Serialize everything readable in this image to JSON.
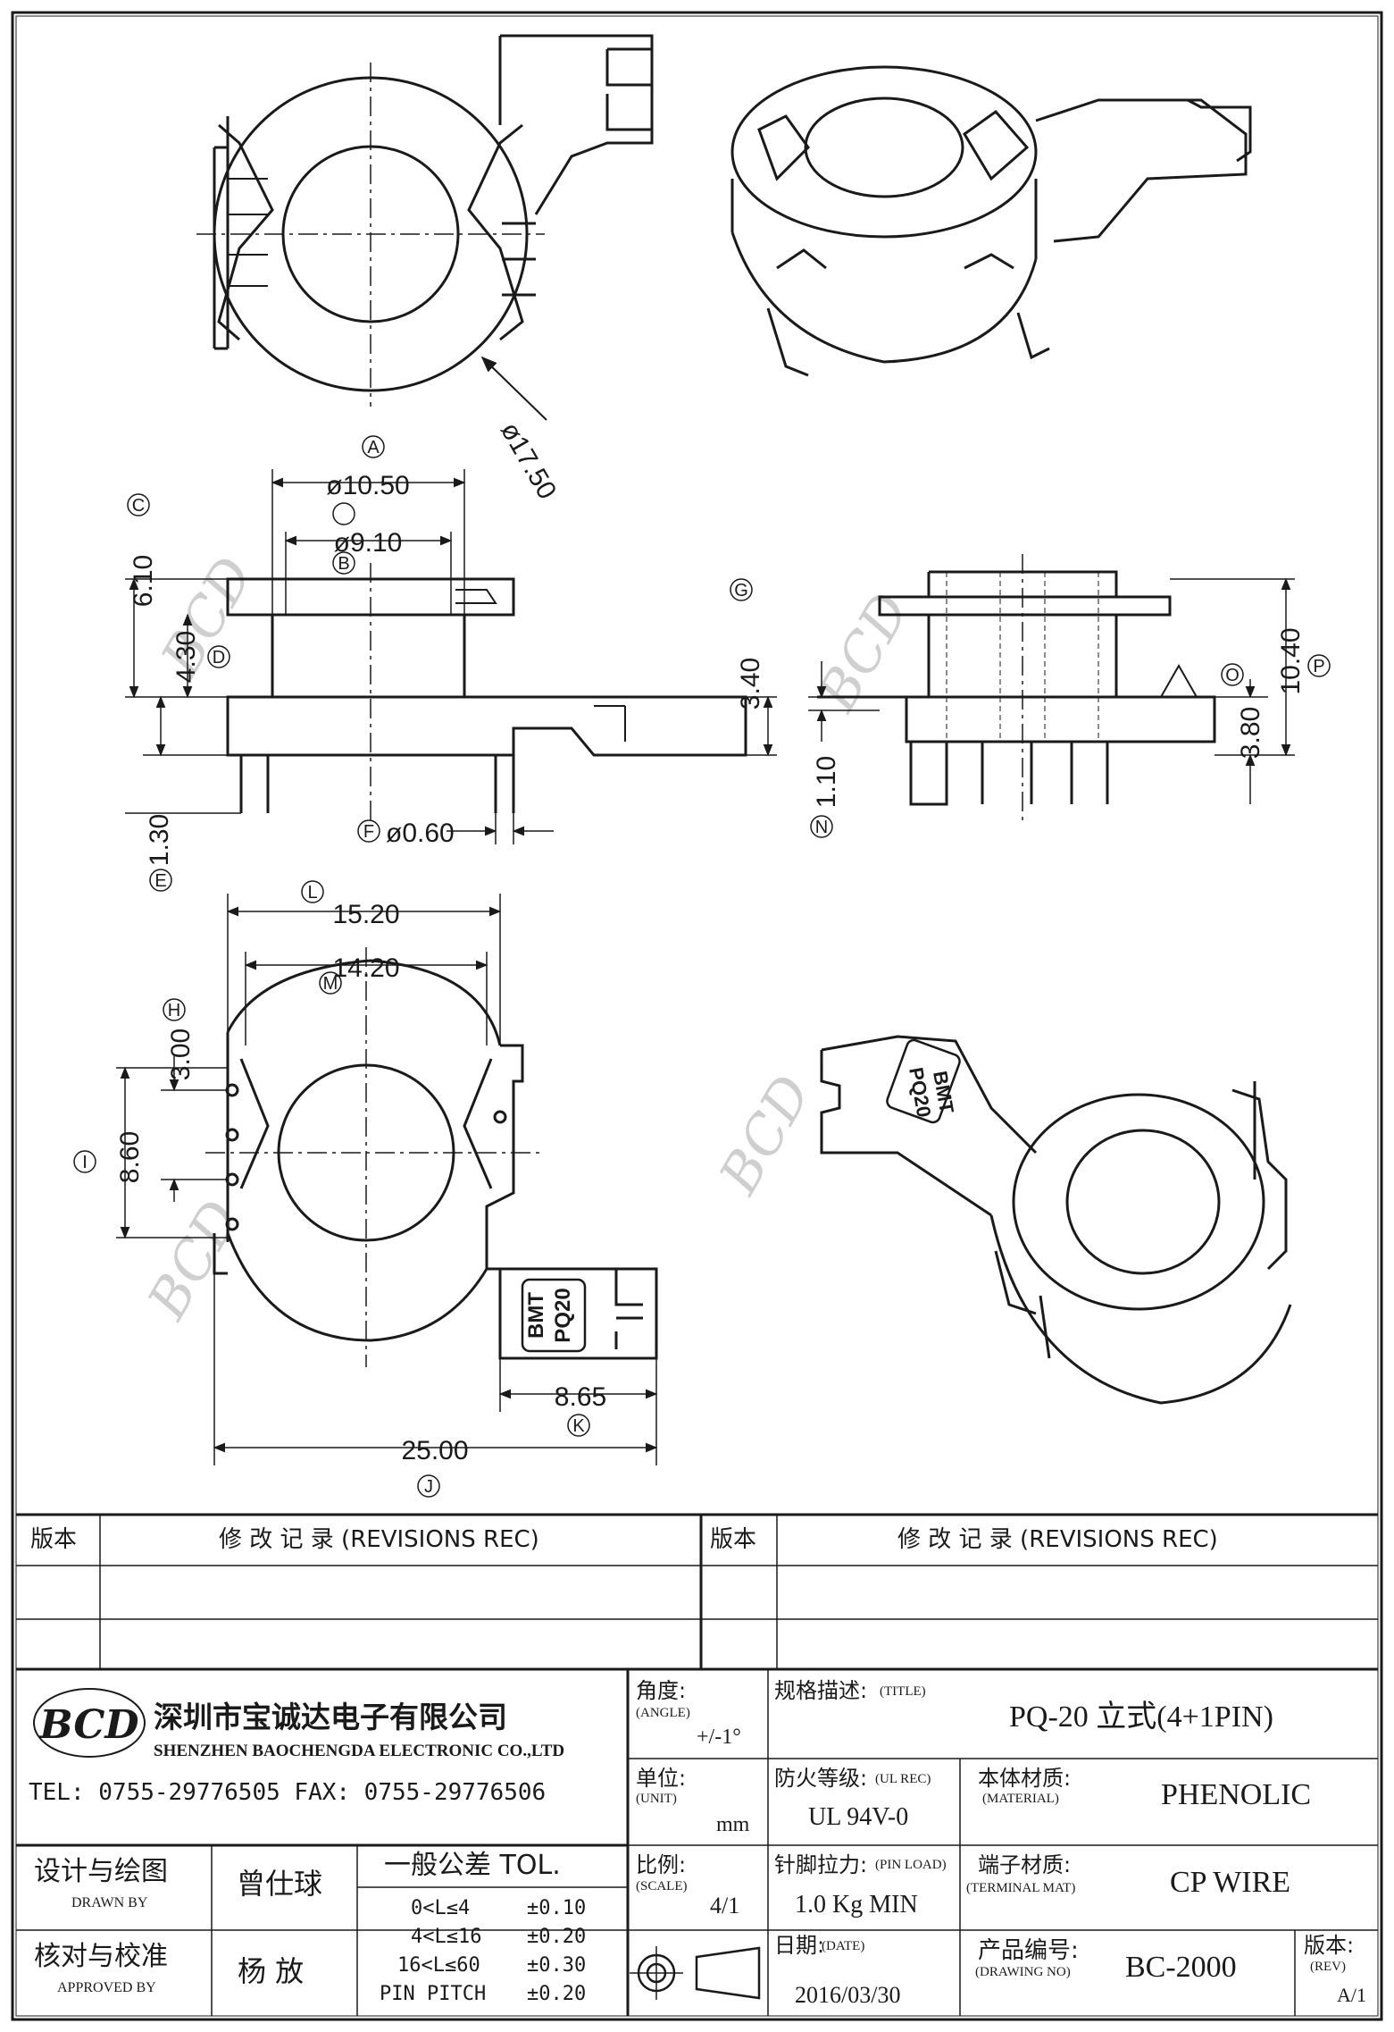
{
  "dims": {
    "A": "A",
    "B": "B",
    "C": "C",
    "D": "D",
    "E": "E",
    "F": "F",
    "G": "G",
    "H": "H",
    "I": "I",
    "J": "J",
    "K": "K",
    "L": "L",
    "M": "M",
    "N": "N",
    "O": "O",
    "P": "P",
    "d1750": "ø17.50",
    "d1050": "ø10.50",
    "d910": "ø9.10",
    "v610": "6.10",
    "v430": "4.30",
    "v130": "1.30",
    "d060": "ø0.60",
    "v340": "3.40",
    "v110": "1.10",
    "v380": "3.80",
    "v1040": "10.40",
    "h1520": "15.20",
    "h1420": "14.20",
    "v300": "3.00",
    "v860": "8.60",
    "h865": "8.65",
    "h2500": "25.00"
  },
  "marking": {
    "line1": "BMT",
    "line2": "PQ20"
  },
  "watermark_text": "BCD",
  "title_block": {
    "rev_label_left": "版本",
    "rev_record_left": "修 改 记 录  (REVISIONS REC)",
    "rev_label_right": "版本",
    "rev_record_right": "修 改 记 录  (REVISIONS REC)",
    "company_cn": "深圳市宝诚达电子有限公司",
    "company_en": "SHENZHEN BAOCHENGDA ELECTRONIC CO.,LTD",
    "logo_text": "BCD",
    "phone": "TEL: 0755-29776505  FAX: 0755-29776506",
    "angle_label": "角度:",
    "angle_label_en": "(ANGLE)",
    "angle_value": "+/-1°",
    "unit_label": "单位:",
    "unit_label_en": "(UNIT)",
    "unit_value": "mm",
    "scale_label": "比例:",
    "scale_label_en": "(SCALE)",
    "scale_value": "4/1",
    "title_label": "规格描述:",
    "title_label_en": "(TITLE)",
    "title_value": "PQ-20 立式(4+1PIN)",
    "ul_label": "防火等级:",
    "ul_label_en": "(UL REC)",
    "ul_value": "UL 94V-0",
    "material_label": "本体材质:",
    "material_label_en": "(MATERIAL)",
    "material_value": "PHENOLIC",
    "pin_label": "针脚拉力:",
    "pin_label_en": "(PIN LOAD)",
    "pin_value": "1.0 Kg MIN",
    "terminal_label": "端子材质:",
    "terminal_label_en": "(TERMINAL MAT)",
    "terminal_value": "CP WIRE",
    "date_label": "日期:",
    "date_label_en": "(DATE)",
    "date_value": "2016/03/30",
    "drawing_label": "产品编号:",
    "drawing_label_en": "(DRAWING NO)",
    "drawing_value": "BC-2000",
    "rev_label": "版本:",
    "rev_label_en": "(REV)",
    "rev_value": "A/1",
    "drawn_label": "设计与绘图",
    "drawn_label_en": "DRAWN BY",
    "drawn_value": "曾仕球",
    "approved_label": "核对与校准",
    "approved_label_en": "APPROVED BY",
    "approved_value": "杨  放",
    "tol_title": "一般公差 TOL.",
    "tol_rows": [
      {
        "range": "0<L≤4",
        "tol": "±0.10"
      },
      {
        "range": "4<L≤16",
        "tol": "±0.20"
      },
      {
        "range": "16<L≤60",
        "tol": "±0.30"
      },
      {
        "range": "PIN PITCH",
        "tol": "±0.20"
      }
    ]
  }
}
